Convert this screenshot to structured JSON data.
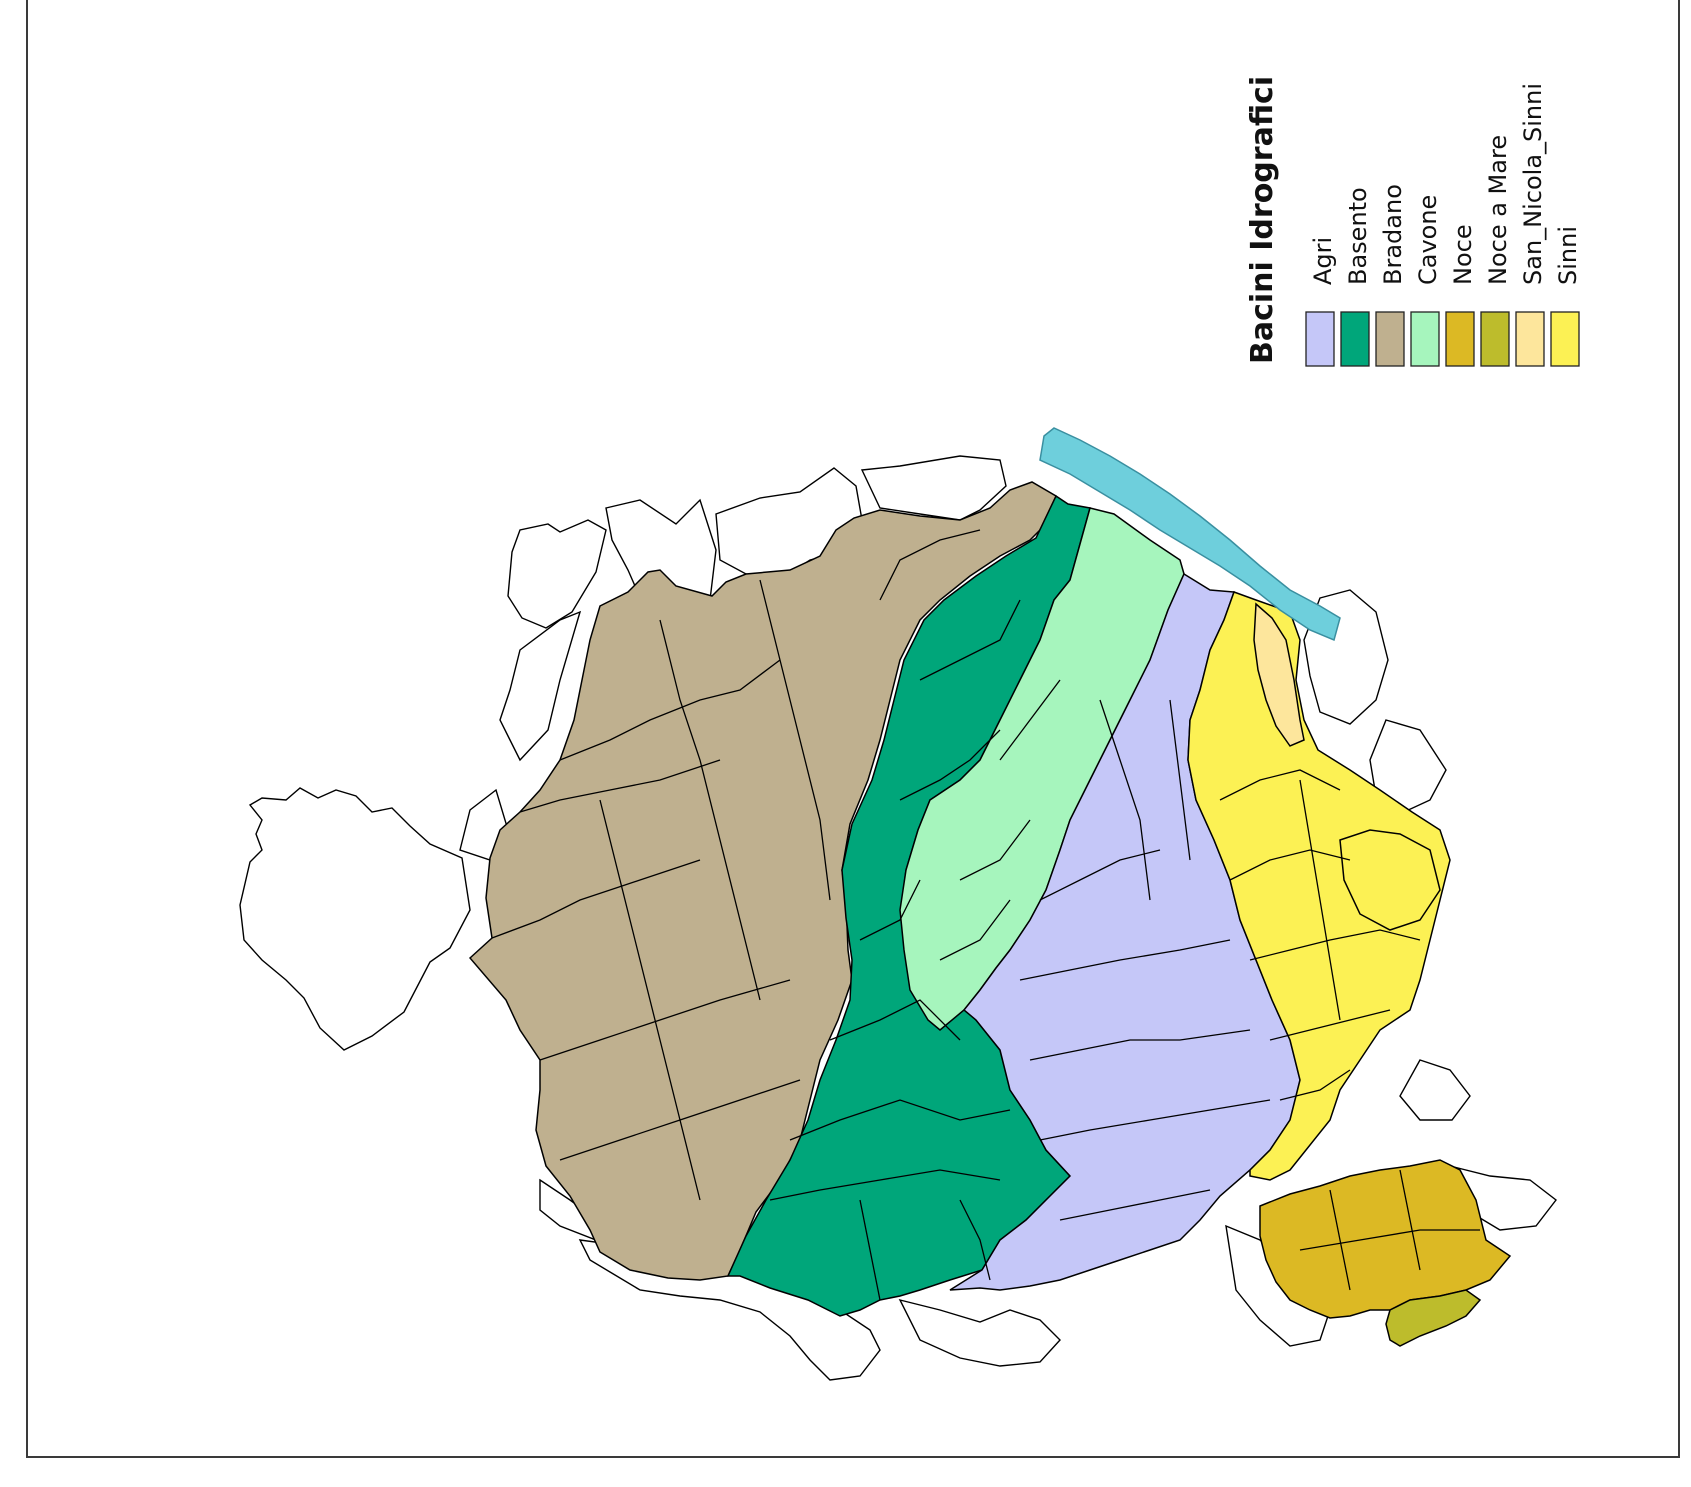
{
  "legend": {
    "title": "Bacini Idrografici",
    "items": [
      {
        "label": "Agri",
        "color": "#c5c7f8"
      },
      {
        "label": "Basento",
        "color": "#00a67a"
      },
      {
        "label": "Bradano",
        "color": "#bfb08f"
      },
      {
        "label": "Cavone",
        "color": "#a6f5bd"
      },
      {
        "label": "Noce",
        "color": "#dcb924"
      },
      {
        "label": "Noce a Mare",
        "color": "#bdbc2c"
      },
      {
        "label": "San_Nicola_Sinni",
        "color": "#fde69c"
      },
      {
        "label": "Sinni",
        "color": "#fcf154"
      }
    ]
  },
  "coast_color": "#6ecfdc"
}
